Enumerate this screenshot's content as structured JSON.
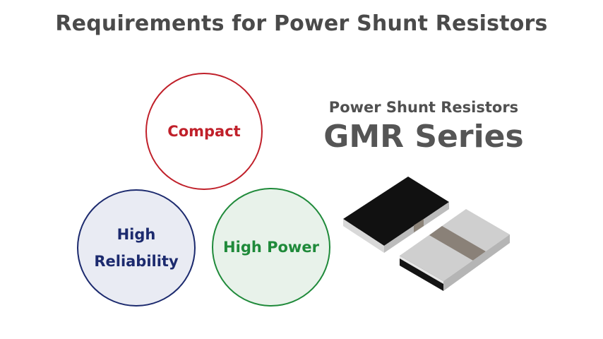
{
  "title": "Requirements for Power Shunt Resistors",
  "requirements": {
    "compact": "Compact",
    "reliability_line1": "High",
    "reliability_line2": "Reliability",
    "power": "High Power"
  },
  "product": {
    "subtitle": "Power Shunt Resistors",
    "series": "GMR Series"
  },
  "colors": {
    "compact": "#c0202a",
    "reliability": "#1c2a6e",
    "power": "#1f8a3a",
    "title": "#4a4a4a"
  },
  "images": {
    "resistors": "shunt-resistor-components"
  }
}
